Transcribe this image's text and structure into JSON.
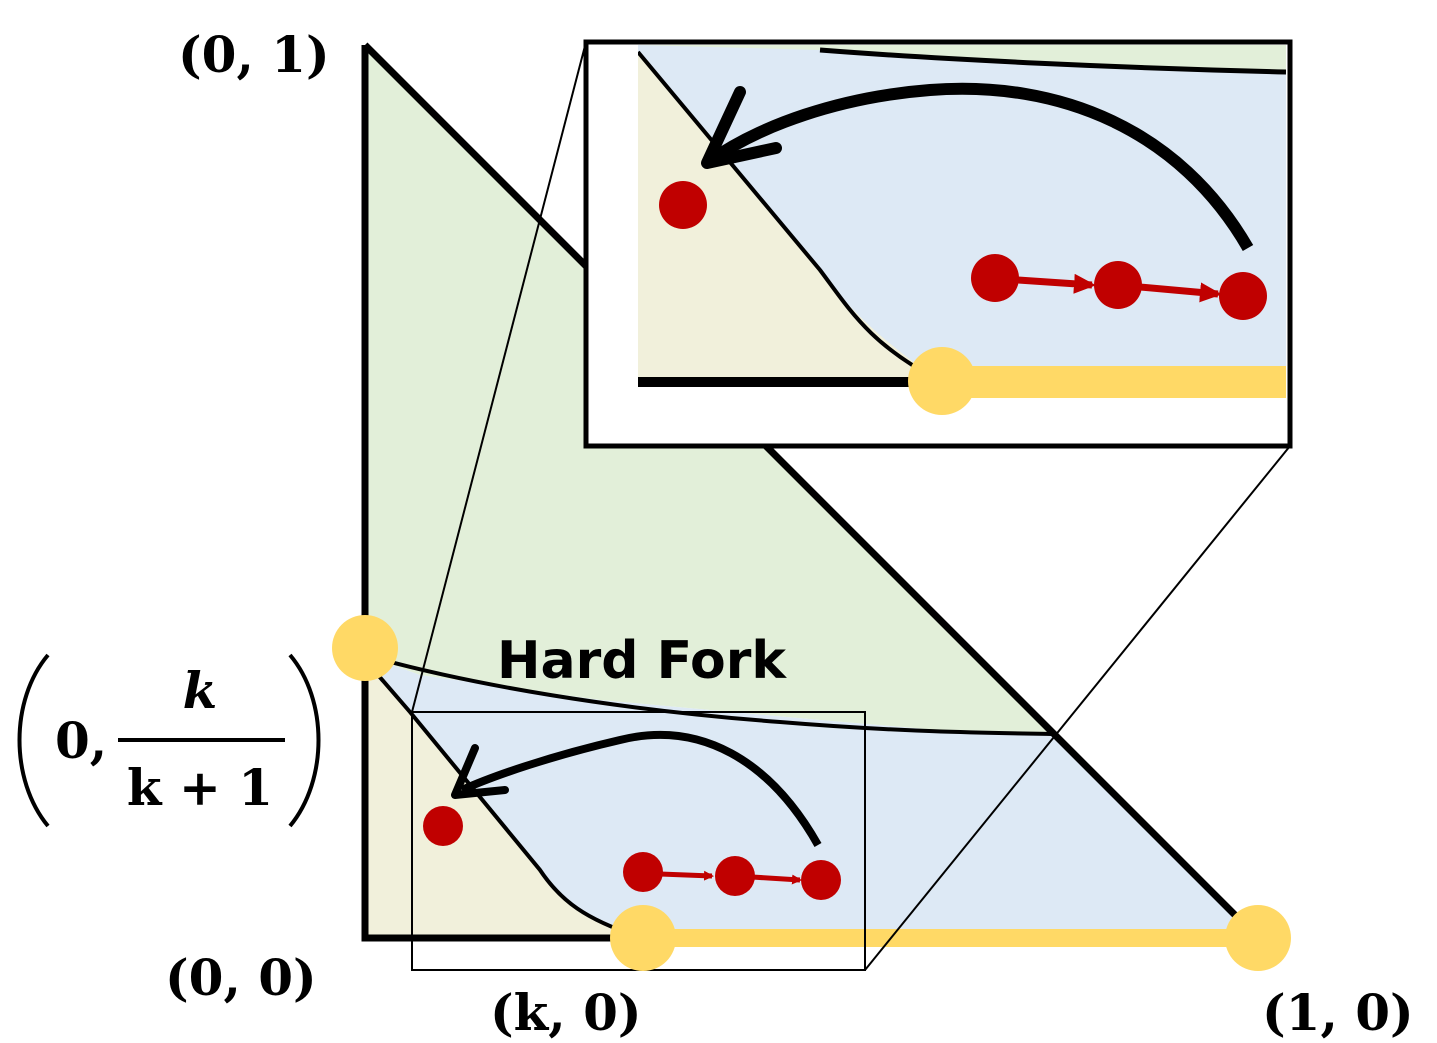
{
  "diagram": {
    "title": "Hard Fork",
    "labels": {
      "top_left": "(0, 1)",
      "origin": "(0, 0)",
      "k_point": "(k, 0)",
      "one_point": "(1, 0)",
      "left_point_numerator": "k",
      "left_point_denominator": "k + 1",
      "left_point_prefix": "0,"
    },
    "colors": {
      "green_region": "#e2efd9",
      "blue_region": "#dde9f5",
      "cream_region": "#f1f0db",
      "yellow_marker": "#ffd966",
      "red_point": "#c00000",
      "outline": "#000000"
    }
  }
}
